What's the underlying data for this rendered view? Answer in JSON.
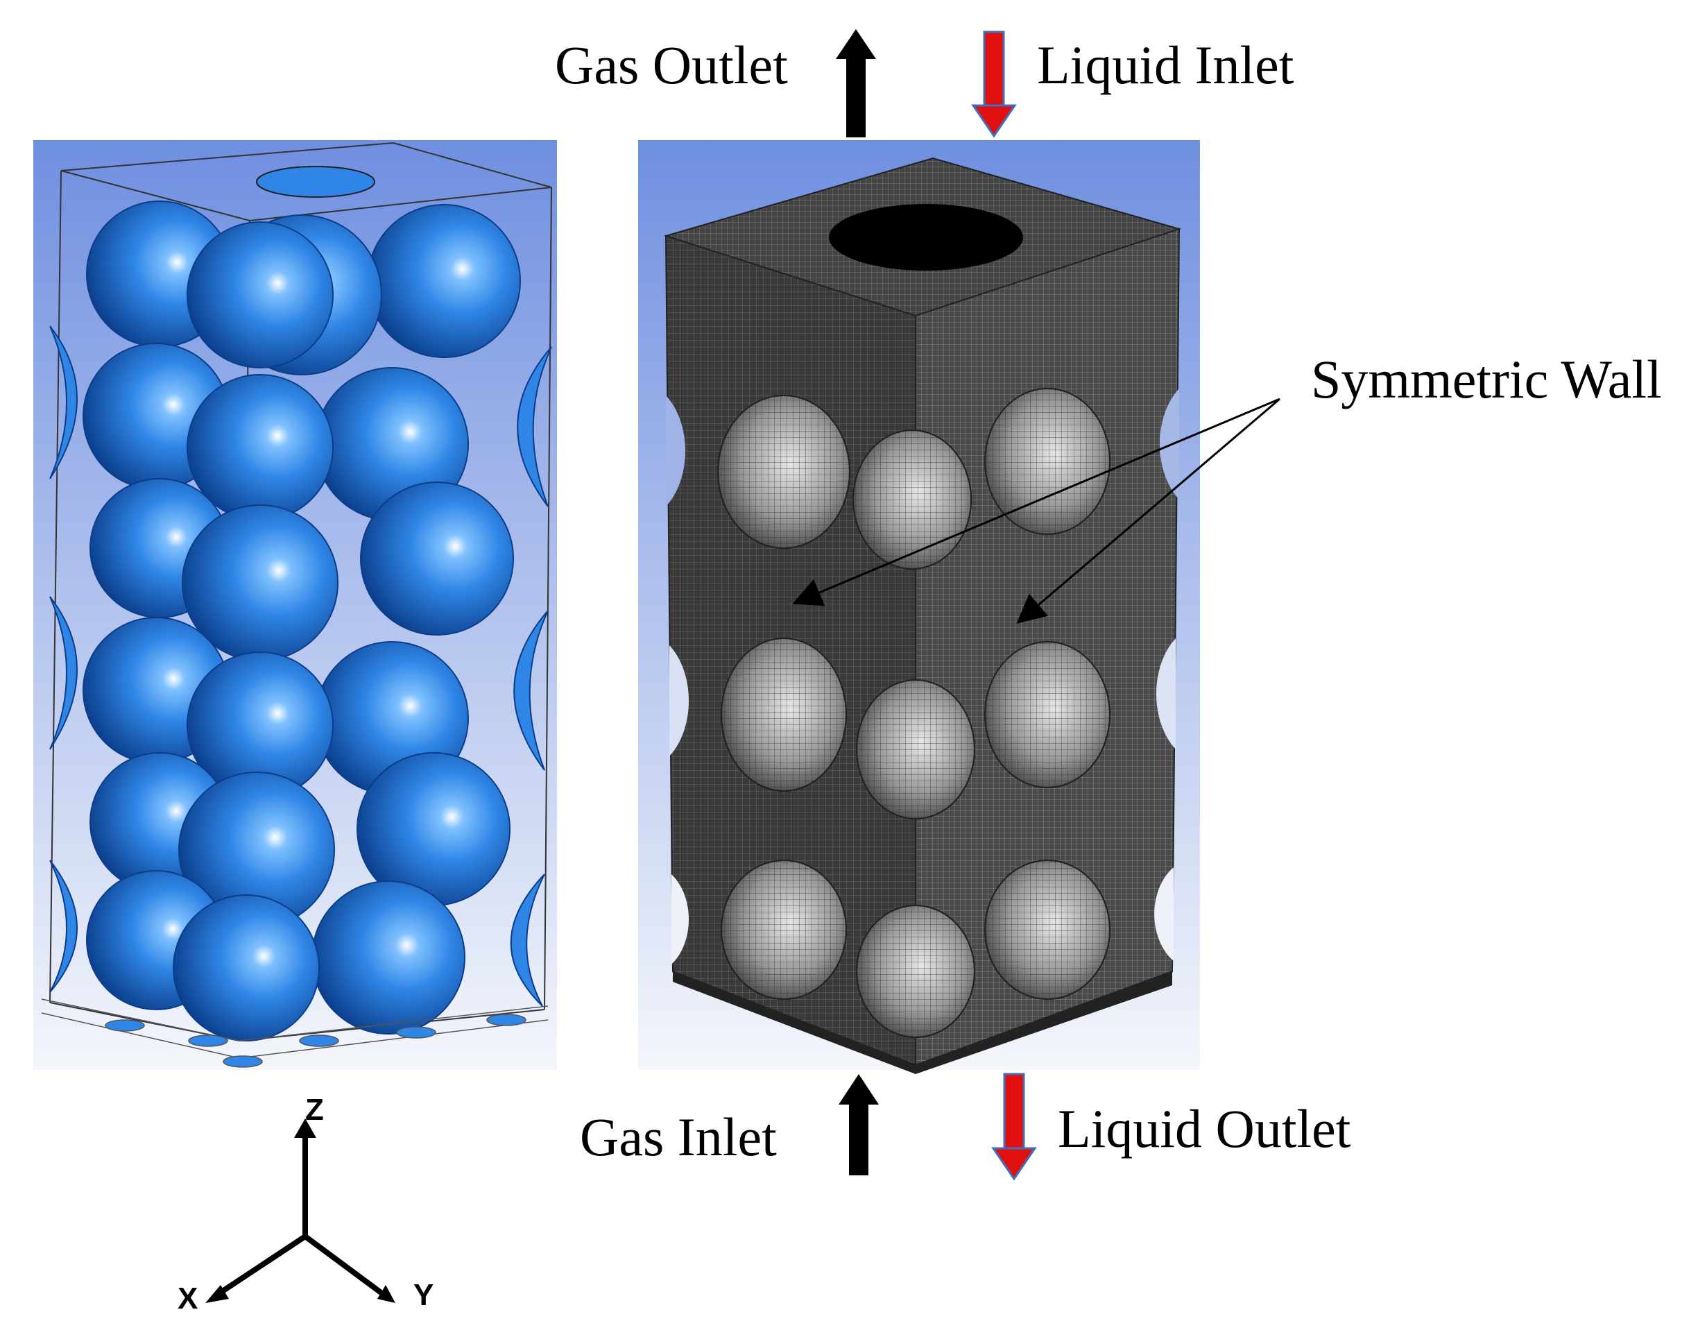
{
  "labels": {
    "gas_outlet": "Gas Outlet",
    "liquid_inlet": "Liquid Inlet",
    "symmetric_wall": "Symmetric Wall",
    "gas_inlet": "Gas Inlet",
    "liquid_outlet": "Liquid Outlet"
  },
  "axes": {
    "z": "Z",
    "x": "X",
    "y": "Y"
  },
  "colors": {
    "sphere_blue": "#2f86e6",
    "panel_bg_top": "#6f8fe0",
    "panel_bg_bottom": "#f4f6fb",
    "mesh_dark": "#3a3a3a",
    "gas_arrow": "#000000",
    "liquid_arrow": "#e11010",
    "liquid_arrow_outline": "#3f6fb8"
  }
}
